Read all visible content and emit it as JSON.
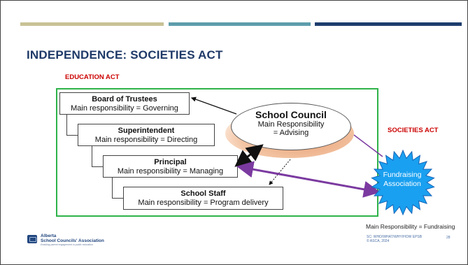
{
  "slide": {
    "title": "INDEPENDENCE: SOCIETIES ACT",
    "education_act_label": "EDUCATION ACT",
    "societies_act_label": "SOCIETIES ACT"
  },
  "hierarchy": [
    {
      "title": "Board of Trustees",
      "responsibility": "Main responsibility = Governing"
    },
    {
      "title": "Superintendent",
      "responsibility": "Main responsibility = Directing"
    },
    {
      "title": "Principal",
      "responsibility": "Main responsibility = Managing"
    },
    {
      "title": "School Staff",
      "responsibility": "Main responsibility = Program delivery"
    }
  ],
  "school_council": {
    "title": "School Council",
    "line1": "Main Responsibility",
    "line2": "= Advising"
  },
  "fundraising": {
    "label_line1": "Fundraising",
    "label_line2": "Association",
    "responsibility": "Main Responsibility = Fundraising"
  },
  "footer": {
    "reference_line1": "SC: WHO/WHAT/WHY/HOW EPSB",
    "reference_line2": "© ASCA, 2024",
    "page_number": "28",
    "logo_line1": "Alberta",
    "logo_line2": "School Councils' Association",
    "logo_tagline": "Enabling parent engagement in public education"
  },
  "colors": {
    "title": "#1f3a68",
    "act_label": "#cc0000",
    "frame": "#2eb34a",
    "connector_arrow": "#7b3aa0",
    "burst_fill": "#1aa0f0",
    "bar1": "#c8c296",
    "bar2": "#5e9dac",
    "bar3": "#1e3d6e"
  }
}
